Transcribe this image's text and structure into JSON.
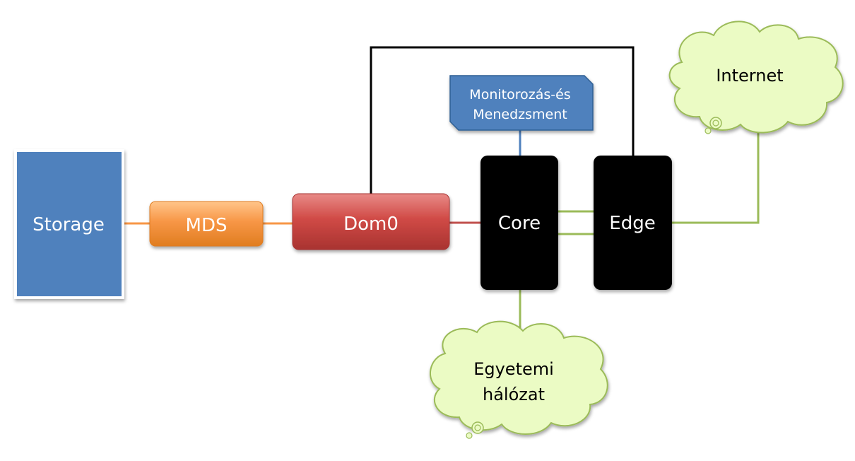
{
  "nodes": {
    "storage": {
      "label": "Storage"
    },
    "mds": {
      "label": "MDS"
    },
    "dom0": {
      "label": "Dom0"
    },
    "core": {
      "label": "Core"
    },
    "edge": {
      "label": "Edge"
    },
    "monitoring": {
      "line1": "Monitorozás-és",
      "line2": "Menedzsment"
    },
    "internet": {
      "label": "Internet"
    },
    "campus": {
      "line1": "Egyetemi",
      "line2": "hálózat"
    }
  },
  "colors": {
    "storage_fill": "#4f81bd",
    "mds_fill": "#f79646",
    "dom0_fill": "#c0504d",
    "node_black": "#000000",
    "monitoring_fill": "#4f81bd",
    "cloud_fill": "#ebfbc4",
    "cloud_stroke": "#9bbb59",
    "line_orange": "#f79646",
    "line_red": "#c0504d",
    "line_blue": "#4f81bd",
    "line_green": "#9bbb59",
    "line_black": "#000000"
  }
}
